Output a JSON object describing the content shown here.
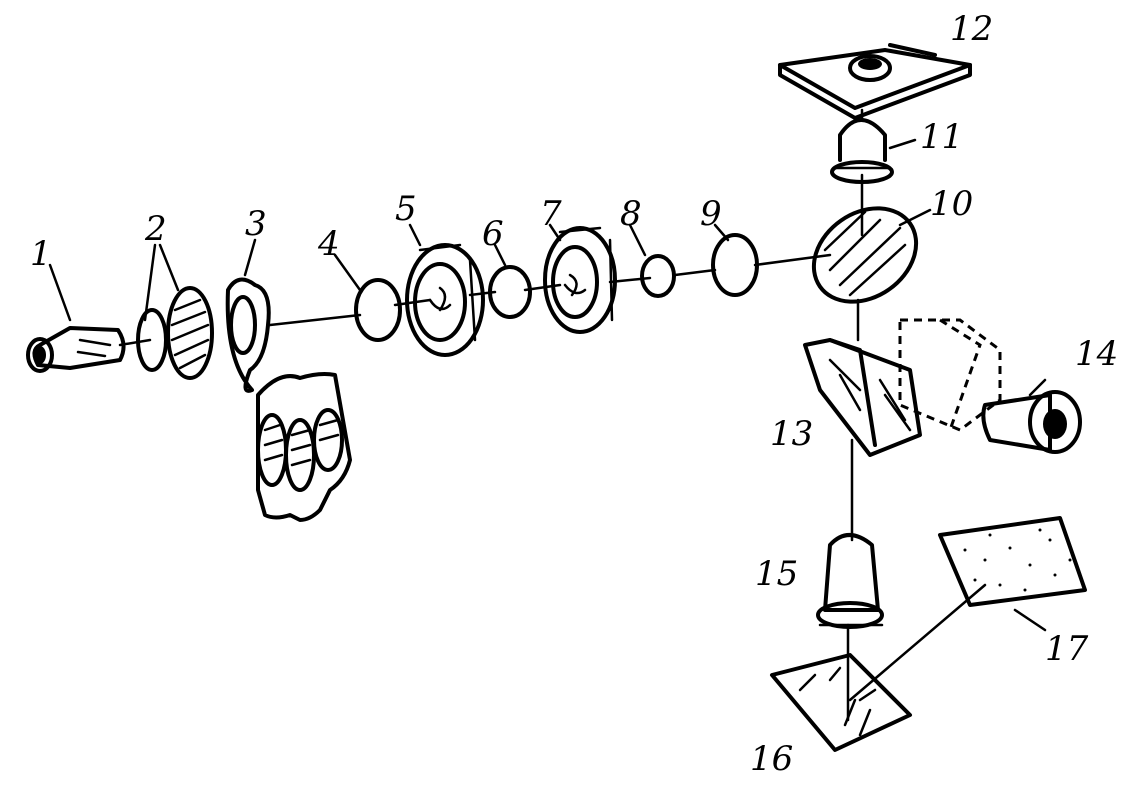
{
  "labels": [
    "1",
    "2",
    "3",
    "4",
    "5",
    "6",
    "7",
    "8",
    "9",
    "10",
    "11",
    "12",
    "13",
    "14",
    "15",
    "16",
    "17"
  ]
}
